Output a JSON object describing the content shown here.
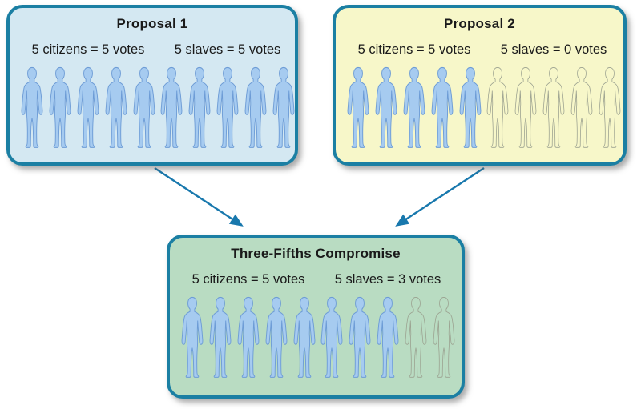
{
  "boxes": [
    {
      "id": "proposal1",
      "title": "Proposal 1",
      "bg": "#d4e8f2",
      "groups": [
        {
          "label": "5 citizens = 5 votes",
          "figure_icon": "person-silhouette",
          "filled": 5,
          "outline": 0
        },
        {
          "label": "5 slaves = 5 votes",
          "figure_icon": "person-silhouette",
          "filled": 5,
          "outline": 0
        }
      ]
    },
    {
      "id": "proposal2",
      "title": "Proposal 2",
      "bg": "#f7f7c9",
      "groups": [
        {
          "label": "5 citizens = 5 votes",
          "figure_icon": "person-silhouette",
          "filled": 5,
          "outline": 0
        },
        {
          "label": "5 slaves = 0 votes",
          "figure_icon": "person-silhouette",
          "filled": 0,
          "outline": 5
        }
      ]
    },
    {
      "id": "compromise",
      "title": "Three-Fifths Compromise",
      "bg": "#b9dcc2",
      "groups": [
        {
          "label": "5 citizens = 5 votes",
          "figure_icon": "person-silhouette",
          "filled": 5,
          "outline": 0
        },
        {
          "label": "5 slaves = 3 votes",
          "figure_icon": "person-silhouette",
          "filled": 3,
          "outline": 2
        }
      ]
    }
  ],
  "arrows": [
    {
      "name": "proposal1-to-compromise",
      "from": "Proposal 1",
      "to": "Three-Fifths Compromise"
    },
    {
      "name": "proposal2-to-compromise",
      "from": "Proposal 2",
      "to": "Three-Fifths Compromise"
    }
  ],
  "colors": {
    "background": "#ffffff",
    "box_border": "#1b7fa3",
    "arrow": "#1878ad",
    "proposal1_bg": "#d4e8f2",
    "proposal2_bg": "#f7f7c9",
    "compromise_bg": "#b9dcc2",
    "figure_fill": "#a6cbf0",
    "figure_stroke": "#6d9cd6",
    "figure_outline_stroke": "#9aa08f",
    "text": "#1a1a1a"
  }
}
